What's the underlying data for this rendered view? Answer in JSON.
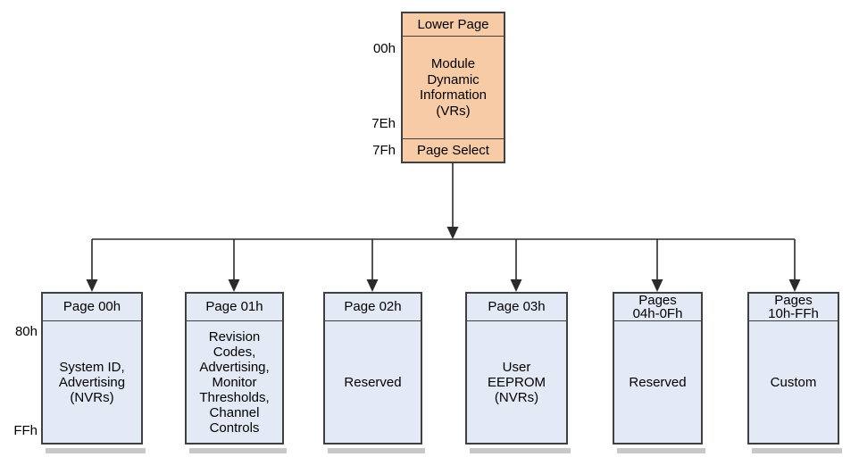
{
  "colors": {
    "lower_page_fill": "#F6CBA5",
    "upper_page_fill": "#E3E9F5",
    "box_border": "#404040",
    "connector": "#2B2B2B",
    "shadow": "#C8C8C8",
    "background": "#FFFFFF",
    "text": "#000000"
  },
  "lower_page": {
    "header": "Lower Page",
    "body": "Module\nDynamic\nInformation\n(VRs)",
    "footer": "Page Select"
  },
  "address_labels": {
    "lower": [
      "00h",
      "7Eh",
      "7Fh"
    ],
    "upper": [
      "80h",
      "FFh"
    ]
  },
  "pages": [
    {
      "header": "Page 00h",
      "body": "System ID,\nAdvertising\n(NVRs)"
    },
    {
      "header": "Page 01h",
      "body": "Revision\nCodes,\nAdvertising,\nMonitor\nThresholds,\nChannel\nControls"
    },
    {
      "header": "Page 02h",
      "body": "Reserved"
    },
    {
      "header": "Page 03h",
      "body": "User\nEEPROM\n(NVRs)"
    },
    {
      "header": "Pages\n04h-0Fh",
      "body": "Reserved"
    },
    {
      "header": "Pages\n10h-FFh",
      "body": "Custom"
    }
  ]
}
